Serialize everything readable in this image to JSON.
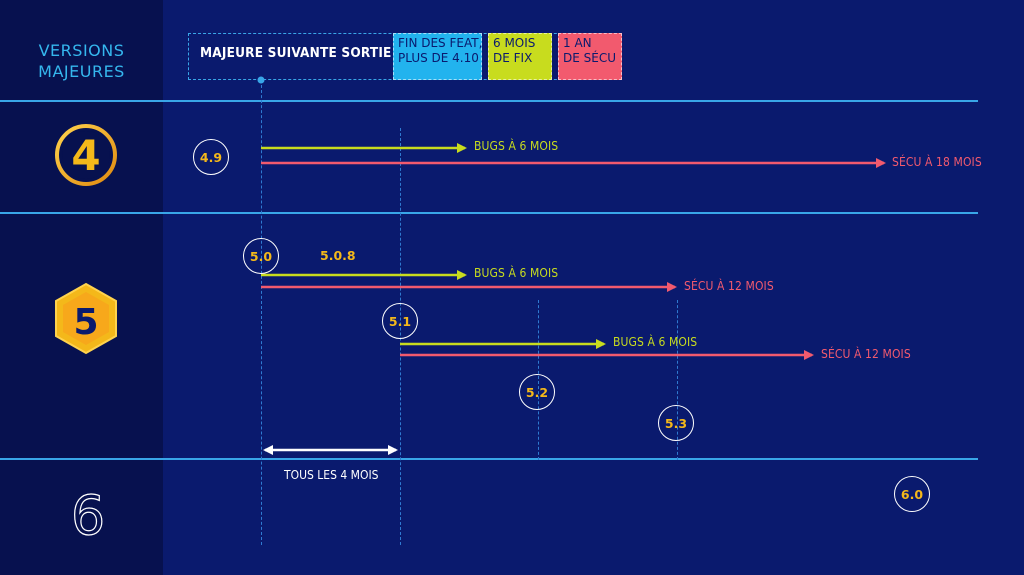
{
  "sidebar": {
    "title_line1": "VERSIONS",
    "title_line2": "MAJEURES",
    "versions": [
      {
        "icon": "php4-gold-circle-logo",
        "label": "4"
      },
      {
        "icon": "php5-orange-hexagon-logo",
        "label": "5"
      },
      {
        "icon": "php6-thin-digit-logo",
        "label": "6"
      }
    ]
  },
  "legend": {
    "label": "MAJEURE SUIVANTE SORTIE :",
    "items": [
      {
        "line1": "FIN DES FEAT,",
        "line2": "PLUS DE 4.10",
        "color": "#22b3ee"
      },
      {
        "line1": "6 MOIS",
        "line2": "DE FIX",
        "color": "#c8dc1e"
      },
      {
        "line1": "1 AN",
        "line2": "DE SÉCU",
        "color": "#f25a6e"
      }
    ]
  },
  "releases": {
    "r49": "4.9",
    "r50": "5.0",
    "r508": "5.0.8",
    "r51": "5.1",
    "r52": "5.2",
    "r53": "5.3",
    "r60": "6.0"
  },
  "arrows": {
    "bugs_4": "BUGS À 6 MOIS",
    "secu_4": "SÉCU À 18 MOIS",
    "bugs_50": "BUGS À 6 MOIS",
    "secu_50": "SÉCU À 12 MOIS",
    "bugs_51": "BUGS À 6 MOIS",
    "secu_51": "SÉCU À 12 MOIS"
  },
  "interval": {
    "label": "TOUS LES 4 MOIS"
  },
  "colors": {
    "background": "#0a1a6e",
    "sidebar": "#07114f",
    "accent_blue": "#39a6e8",
    "lime": "#c8dc1e",
    "pink": "#f25a6e",
    "gold": "#f4b81a"
  }
}
